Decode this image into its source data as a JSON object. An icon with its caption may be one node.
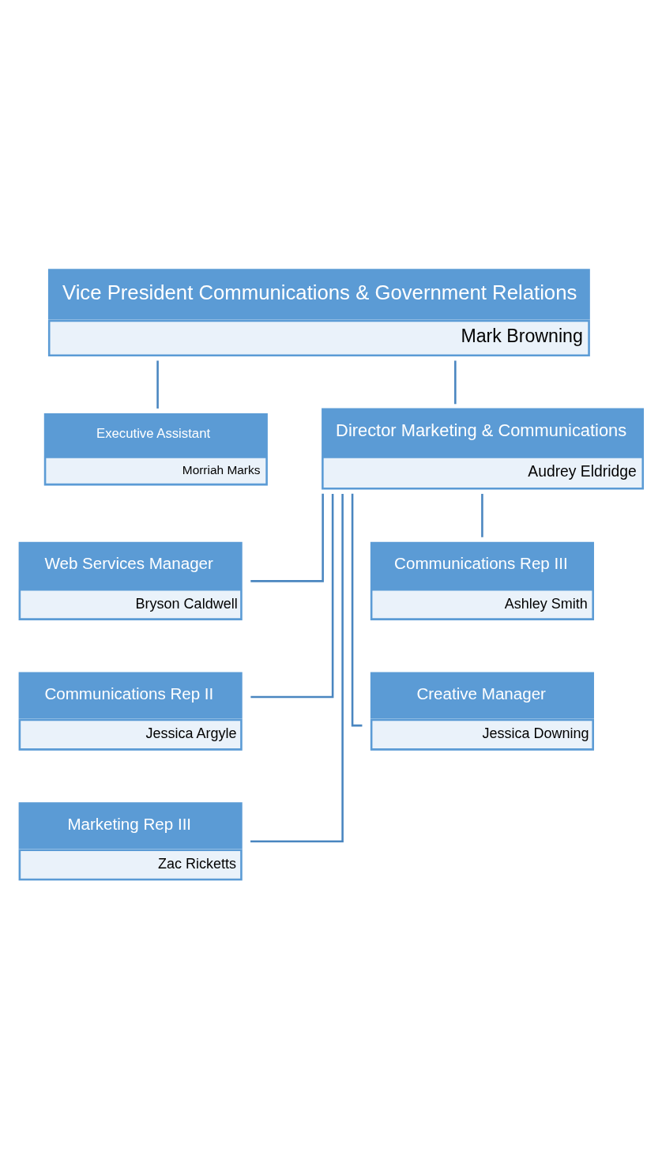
{
  "diagram": {
    "nodes": [
      {
        "text": [
          "Vice President Communications & Government Relations",
          "Mark Browning"
        ]
      },
      {
        "text": [
          "Executive Assistant",
          "Morriah Marks"
        ]
      },
      {
        "text": [
          "Director Marketing & Communications",
          "Audrey Eldridge"
        ]
      },
      {
        "text": [
          "Web Services Manager",
          "Bryson Caldwell"
        ]
      },
      {
        "text": [
          "Communications Rep III",
          "Ashley Smith"
        ]
      },
      {
        "text": [
          "Communications Rep II",
          "Jessica Argyle"
        ]
      },
      {
        "text": [
          "Creative Manager",
          "Jessica Downing"
        ]
      },
      {
        "text": [
          "Marketing Rep III",
          "Zac Ricketts"
        ]
      }
    ],
    "edges": [
      {
        "from": 0,
        "to": 1,
        "arrow": "none"
      },
      {
        "from": 0,
        "to": 2,
        "arrow": "none"
      },
      {
        "from": 2,
        "to": 3,
        "arrow": "none"
      },
      {
        "from": 2,
        "to": 4,
        "arrow": "none"
      },
      {
        "from": 2,
        "to": 5,
        "arrow": "none"
      },
      {
        "from": 2,
        "to": 6,
        "arrow": "none"
      },
      {
        "from": 2,
        "to": 7,
        "arrow": "none"
      }
    ]
  }
}
